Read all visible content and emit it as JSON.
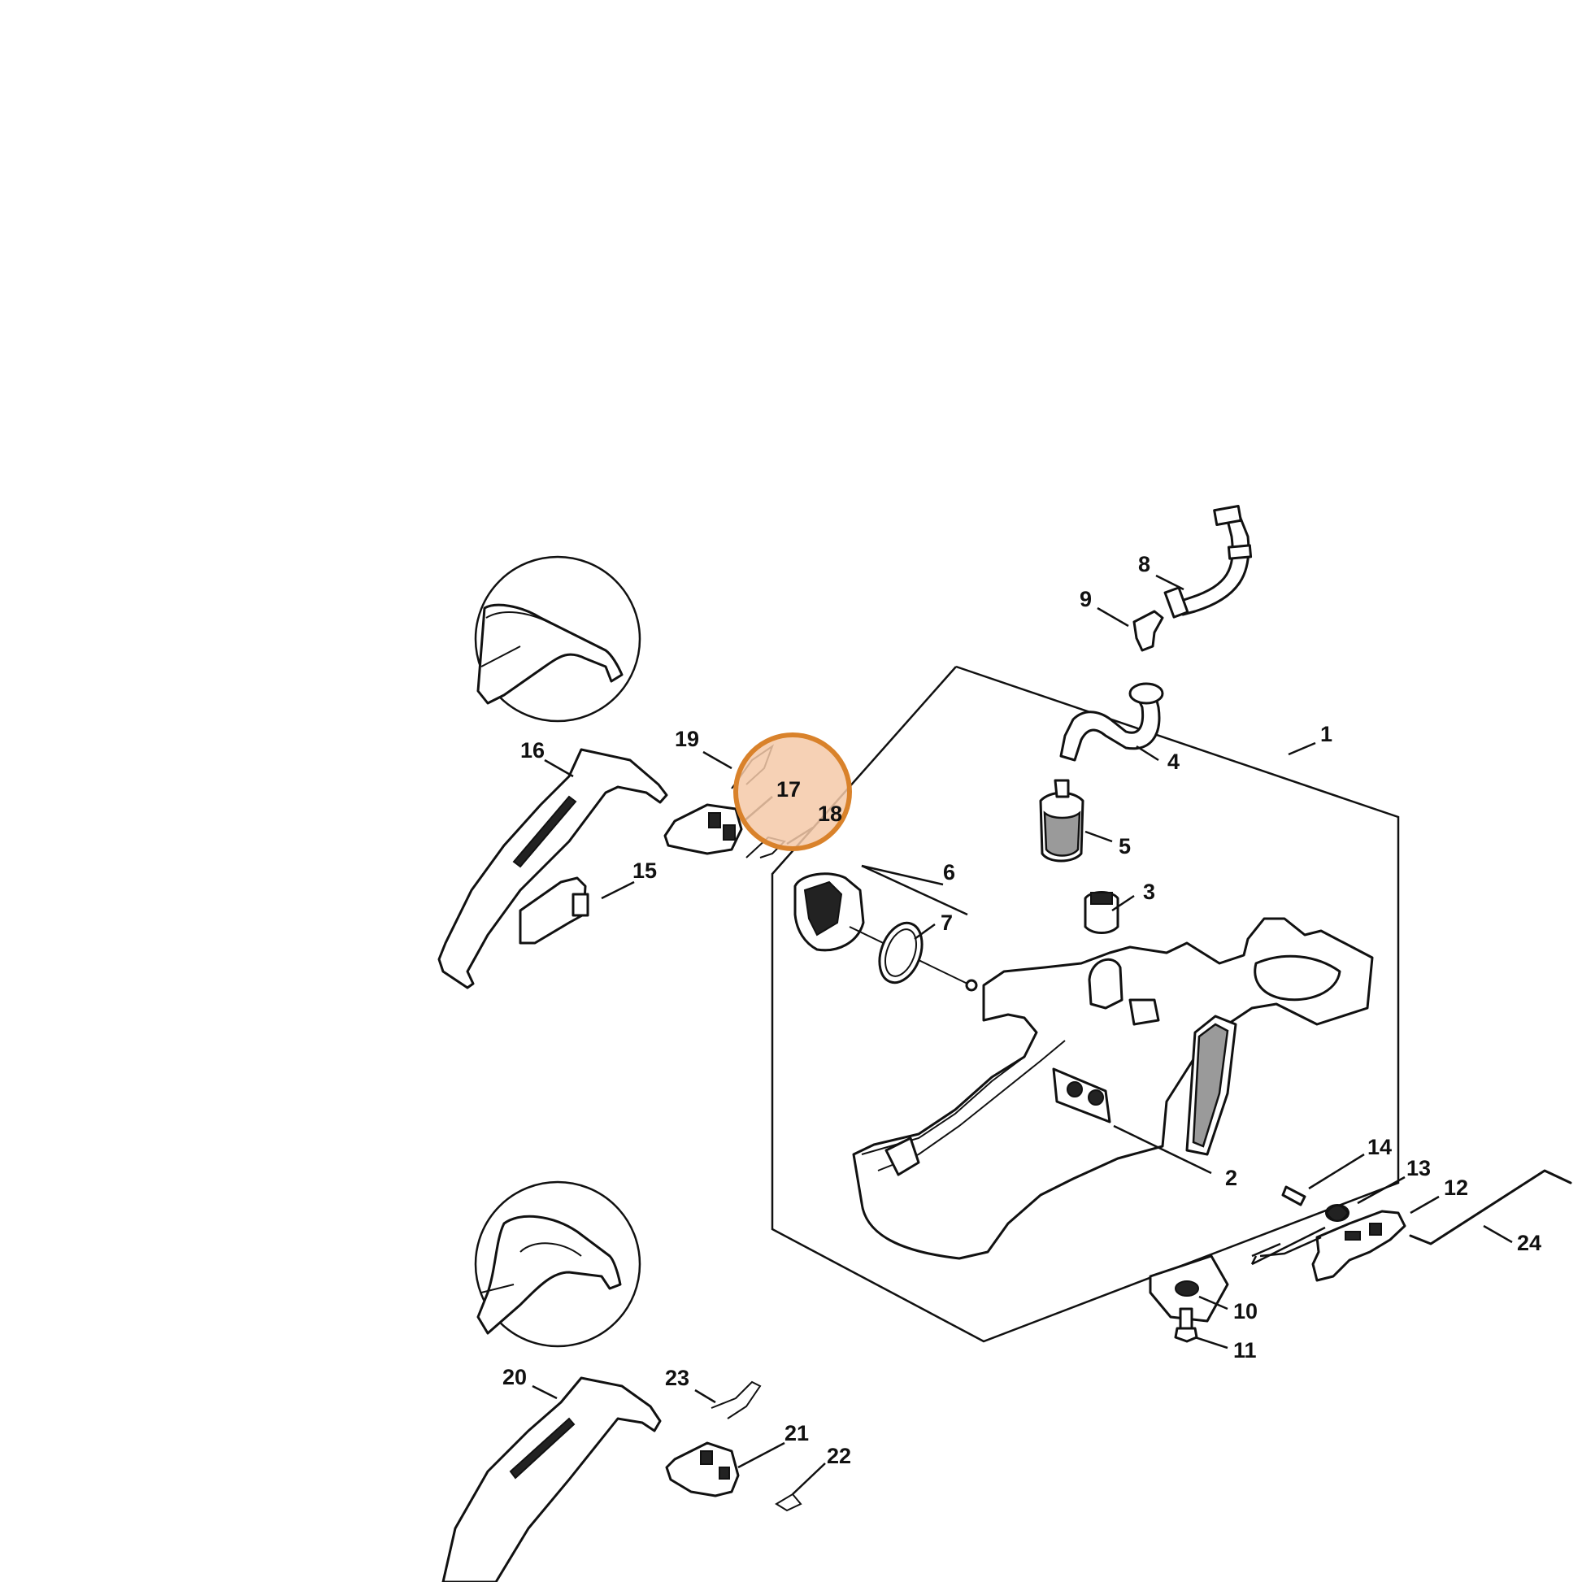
{
  "callouts": {
    "c1": "1",
    "c2": "2",
    "c3": "3",
    "c4": "4",
    "c5": "5",
    "c6": "6",
    "c7": "7",
    "c8": "8",
    "c9": "9",
    "c10": "10",
    "c11": "11",
    "c12": "12",
    "c13": "13",
    "c14": "14",
    "c15": "15",
    "c16": "16",
    "c17": "17",
    "c18": "18",
    "c19": "19",
    "c20": "20",
    "c21": "21",
    "c22": "22",
    "c23": "23",
    "c24": "24"
  },
  "highlight": {
    "color": "#d9822b",
    "fill": "#f4c9a8"
  }
}
